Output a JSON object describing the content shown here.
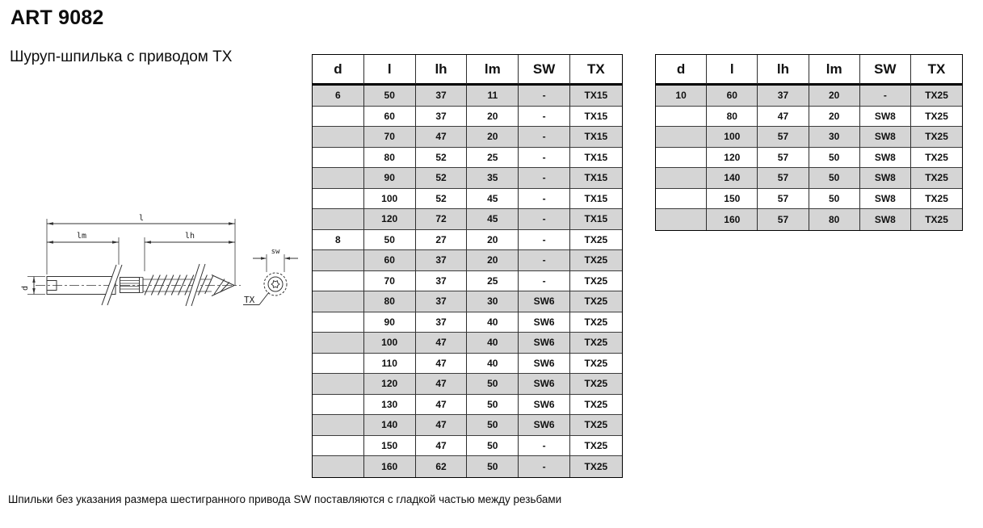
{
  "page": {
    "title": "ART 9082",
    "subtitle": "Шуруп-шпилька с приводом TX",
    "footer_note": "Шпильки без указания размера шестигранного привода SW поставляются с гладкой частью между резьбами"
  },
  "drawing": {
    "labels": {
      "total_length": "l",
      "machine_thread_length": "lm",
      "wood_thread_length": "lh",
      "diameter": "d",
      "wrench_size": "sw",
      "drive": "TX"
    }
  },
  "tables": [
    {
      "column_headers": [
        "d",
        "l",
        "lh",
        "lm",
        "SW",
        "TX"
      ],
      "rows": [
        [
          "6",
          "50",
          "37",
          "11",
          "-",
          "TX15"
        ],
        [
          "",
          "60",
          "37",
          "20",
          "-",
          "TX15"
        ],
        [
          "",
          "70",
          "47",
          "20",
          "-",
          "TX15"
        ],
        [
          "",
          "80",
          "52",
          "25",
          "-",
          "TX15"
        ],
        [
          "",
          "90",
          "52",
          "35",
          "-",
          "TX15"
        ],
        [
          "",
          "100",
          "52",
          "45",
          "-",
          "TX15"
        ],
        [
          "",
          "120",
          "72",
          "45",
          "-",
          "TX15"
        ],
        [
          "8",
          "50",
          "27",
          "20",
          "-",
          "TX25"
        ],
        [
          "",
          "60",
          "37",
          "20",
          "-",
          "TX25"
        ],
        [
          "",
          "70",
          "37",
          "25",
          "-",
          "TX25"
        ],
        [
          "",
          "80",
          "37",
          "30",
          "SW6",
          "TX25"
        ],
        [
          "",
          "90",
          "37",
          "40",
          "SW6",
          "TX25"
        ],
        [
          "",
          "100",
          "47",
          "40",
          "SW6",
          "TX25"
        ],
        [
          "",
          "110",
          "47",
          "40",
          "SW6",
          "TX25"
        ],
        [
          "",
          "120",
          "47",
          "50",
          "SW6",
          "TX25"
        ],
        [
          "",
          "130",
          "47",
          "50",
          "SW6",
          "TX25"
        ],
        [
          "",
          "140",
          "47",
          "50",
          "SW6",
          "TX25"
        ],
        [
          "",
          "150",
          "47",
          "50",
          "-",
          "TX25"
        ],
        [
          "",
          "160",
          "62",
          "50",
          "-",
          "TX25"
        ]
      ]
    },
    {
      "column_headers": [
        "d",
        "l",
        "lh",
        "lm",
        "SW",
        "TX"
      ],
      "rows": [
        [
          "10",
          "60",
          "37",
          "20",
          "-",
          "TX25"
        ],
        [
          "",
          "80",
          "47",
          "20",
          "SW8",
          "TX25"
        ],
        [
          "",
          "100",
          "57",
          "30",
          "SW8",
          "TX25"
        ],
        [
          "",
          "120",
          "57",
          "50",
          "SW8",
          "TX25"
        ],
        [
          "",
          "140",
          "57",
          "50",
          "SW8",
          "TX25"
        ],
        [
          "",
          "150",
          "57",
          "50",
          "SW8",
          "TX25"
        ],
        [
          "",
          "160",
          "57",
          "80",
          "SW8",
          "TX25"
        ]
      ]
    }
  ],
  "colors": {
    "row_shaded": "#d5d5d5",
    "border": "#000000",
    "text": "#0d0d0d"
  }
}
